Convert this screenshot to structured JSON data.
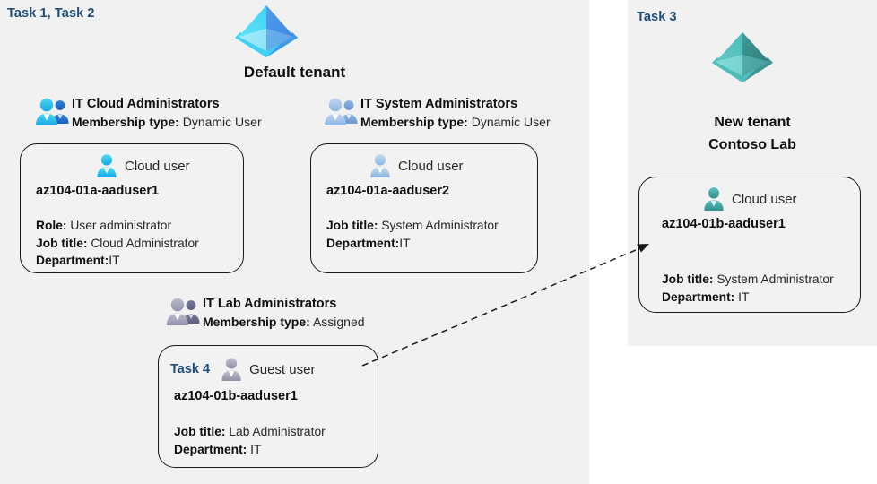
{
  "panels": {
    "left": {
      "task_label": "Task 1, Task 2"
    },
    "right": {
      "task_label": "Task 3"
    }
  },
  "tenants": [
    {
      "name": "default-tenant",
      "label": "Default tenant",
      "icon": "azure-ad-tenant-icon",
      "color": "#3fc6f5"
    },
    {
      "name": "new-tenant",
      "label_line1": "New  tenant",
      "label_line2": "Contoso Lab",
      "icon": "azure-ad-tenant-icon",
      "color": "#4bb8b2"
    }
  ],
  "groups": [
    {
      "title": "IT Cloud Administrators",
      "membership_label": "Membership type:",
      "membership_value": "Dynamic User",
      "icon": "group-users-icon",
      "color": "#2fb8e8"
    },
    {
      "title": "IT System Administrators",
      "membership_label": "Membership type:",
      "membership_value": "Dynamic User",
      "icon": "group-users-icon",
      "color": "#9fc0e4"
    },
    {
      "title": "IT Lab Administrators",
      "membership_label": "Membership type:",
      "membership_value": "Assigned",
      "icon": "group-users-icon",
      "color": "#9a9ab4"
    }
  ],
  "user_cards": [
    {
      "task": "",
      "user_type": "Cloud user",
      "icon": "cloud-user-icon",
      "color": "#2fc0ef",
      "username": "az104-01a-aaduser1",
      "attributes": [
        {
          "label": "Role:",
          "value": "User administrator"
        },
        {
          "label": "Job title:",
          "value": "Cloud Administrator"
        },
        {
          "label": "Department:",
          "value": "IT"
        }
      ]
    },
    {
      "task": "",
      "user_type": "Cloud user",
      "icon": "cloud-user-icon",
      "color": "#9fc0e4",
      "username": "az104-01a-aaduser2",
      "attributes": [
        {
          "label": "Job title:",
          "value": "System Administrator"
        },
        {
          "label": "Department:",
          "value": "IT"
        }
      ]
    },
    {
      "task": "Task 4",
      "user_type": "Guest user",
      "icon": "guest-user-icon",
      "color": "#a0a0b4",
      "username": "az104-01b-aaduser1",
      "attributes": [
        {
          "label": "Job title:",
          "value": "Lab Administrator"
        },
        {
          "label": "Department:",
          "value": "IT"
        }
      ]
    },
    {
      "task": "",
      "user_type": "Cloud user",
      "icon": "cloud-user-icon",
      "color": "#45a8a5",
      "username": "az104-01b-aaduser1",
      "attributes": [
        {
          "label": "Job title:",
          "value": "System Administrator"
        },
        {
          "label": "Department:",
          "value": "IT"
        }
      ]
    }
  ],
  "connector": {
    "name": "guest-user-migration-arrow",
    "style": "dashed",
    "color": "#1a1a1a"
  }
}
